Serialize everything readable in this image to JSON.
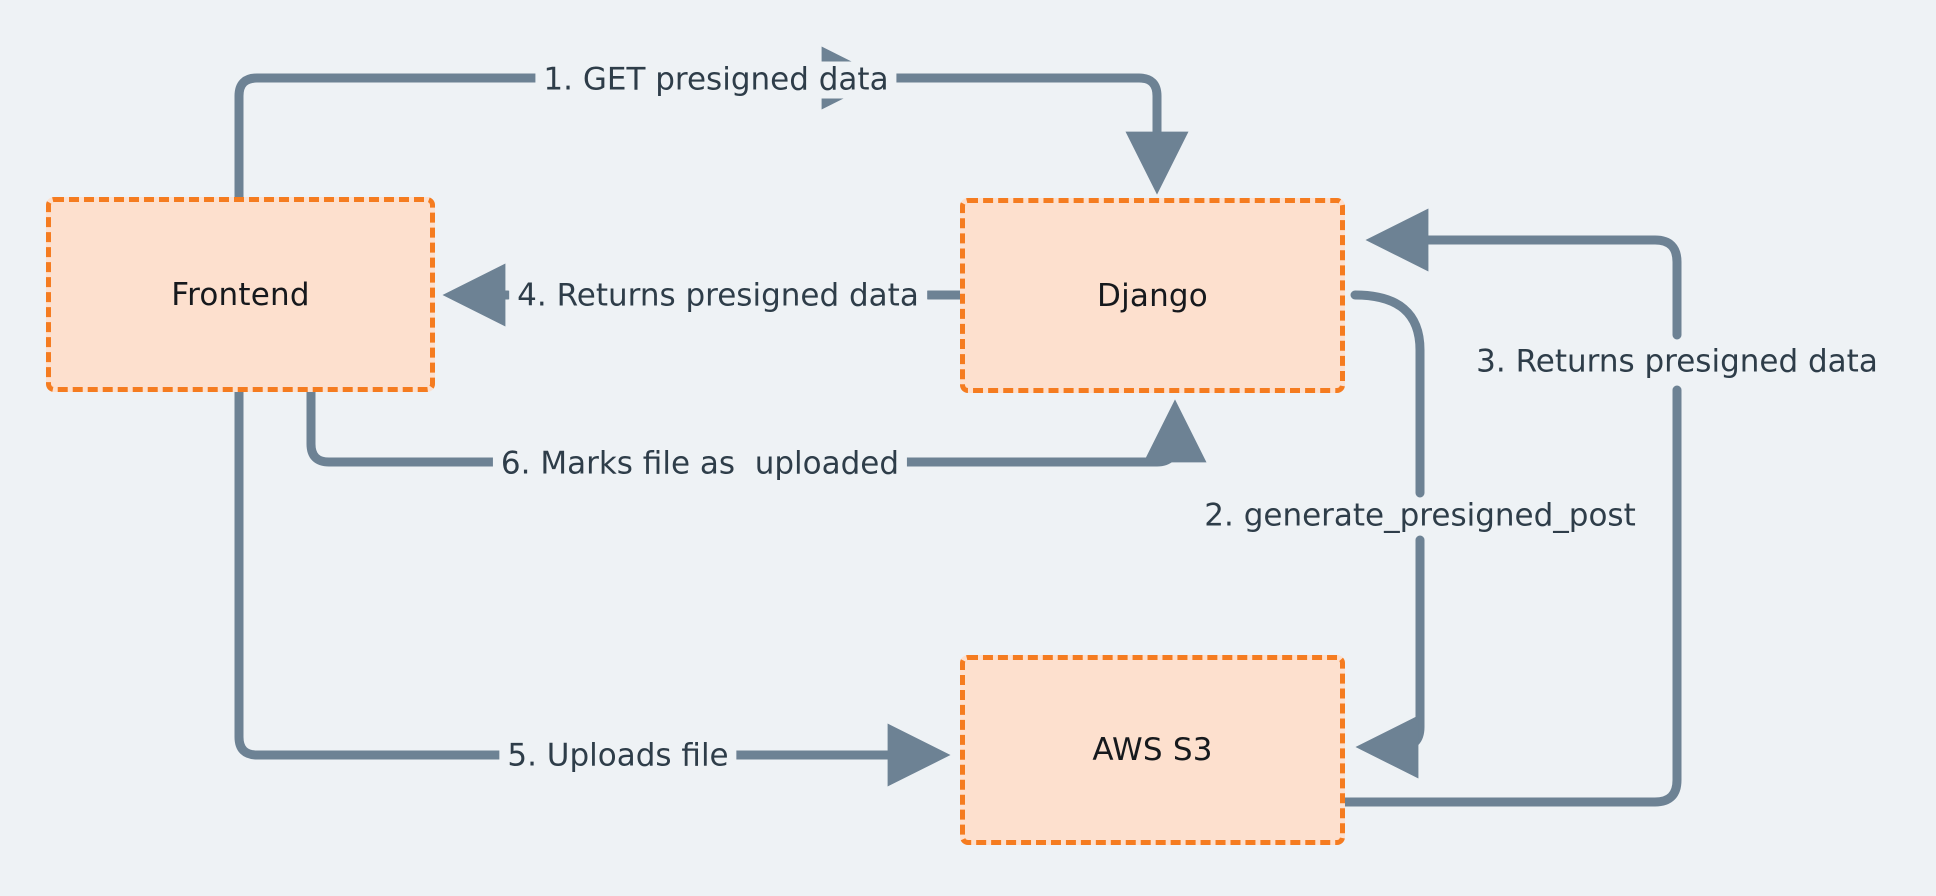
{
  "diagram": {
    "title": "Django S3 presigned upload flow",
    "type": "flow-diagram",
    "background_color": "#eef2f5",
    "node_fill_color": "#fde0ce",
    "node_border_color": "#f57c20",
    "edge_color": "#6d8294",
    "label_color": "#2e3d49"
  },
  "nodes": [
    {
      "id": "frontend",
      "label": "Frontend"
    },
    {
      "id": "django",
      "label": "Django"
    },
    {
      "id": "aws_s3",
      "label": "AWS S3"
    }
  ],
  "edges": [
    {
      "id": "e1",
      "step": "1",
      "label": "1. GET presigned data",
      "from": "frontend",
      "to": "django"
    },
    {
      "id": "e2",
      "step": "2",
      "label": "2. generate_presigned_post",
      "from": "django",
      "to": "aws_s3"
    },
    {
      "id": "e3",
      "step": "3",
      "label": "3. Returns presigned data",
      "from": "aws_s3",
      "to": "django"
    },
    {
      "id": "e4",
      "step": "4",
      "label": "4. Returns presigned data",
      "from": "django",
      "to": "frontend"
    },
    {
      "id": "e5",
      "step": "5",
      "label": "5. Uploads file",
      "from": "frontend",
      "to": "aws_s3"
    },
    {
      "id": "e6",
      "step": "6",
      "label": "6. Marks file as  uploaded",
      "from": "frontend",
      "to": "django"
    }
  ]
}
